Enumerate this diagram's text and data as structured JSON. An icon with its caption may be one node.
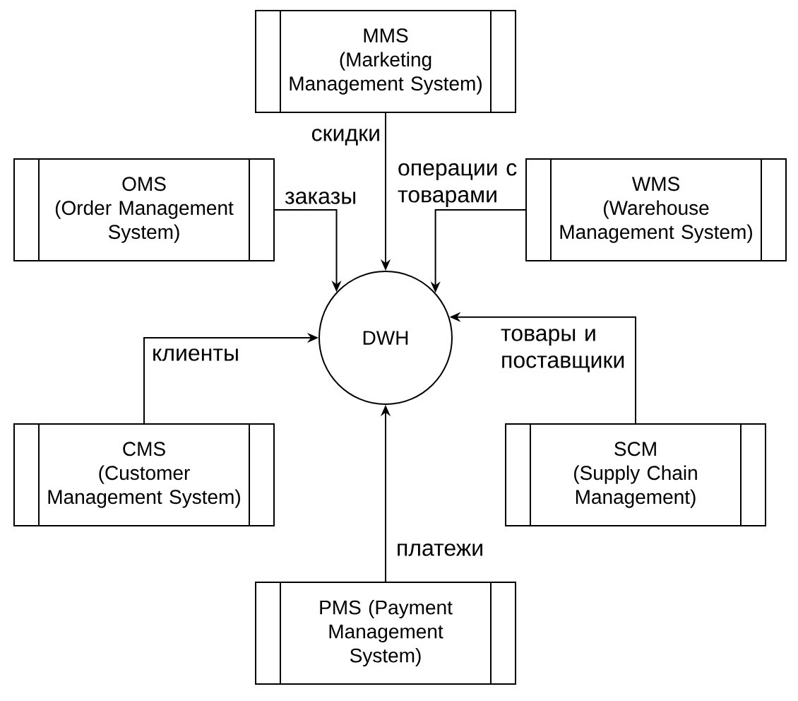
{
  "diagram": {
    "nodes": [
      {
        "text": [
          "MMS",
          "(Marketing Management System)"
        ]
      },
      {
        "text": [
          "OMS",
          "(Order Management System)"
        ]
      },
      {
        "text": [
          "WMS",
          "(Warehouse Management System)"
        ]
      },
      {
        "text": [
          "DWH"
        ]
      },
      {
        "text": [
          "CMS",
          "(Customer Management System)"
        ]
      },
      {
        "text": [
          "SCM",
          "(Supply Chain Management)"
        ]
      },
      {
        "text": [
          "PMS (Payment Management System)"
        ]
      }
    ],
    "edges": [
      {
        "from": 0,
        "to": 3,
        "arrow": "to",
        "label": "скидки"
      },
      {
        "from": 1,
        "to": 3,
        "arrow": "to",
        "label": "заказы"
      },
      {
        "from": 2,
        "to": 3,
        "arrow": "to",
        "label": "операции с товарами"
      },
      {
        "from": 4,
        "to": 3,
        "arrow": "to",
        "label": "клиенты"
      },
      {
        "from": 5,
        "to": 3,
        "arrow": "to",
        "label": "товары и поставщики"
      },
      {
        "from": 6,
        "to": 3,
        "arrow": "to",
        "label": "платежи"
      }
    ]
  }
}
